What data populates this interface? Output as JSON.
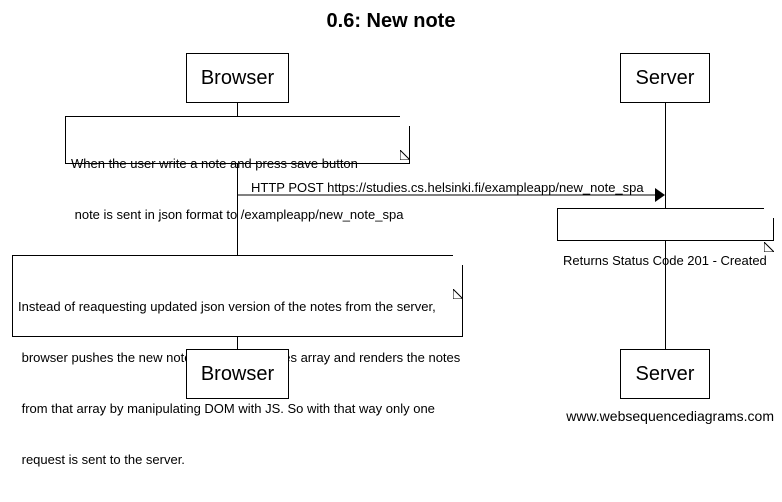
{
  "title": "0.6: New note",
  "participants": {
    "browser": "Browser",
    "server": "Server"
  },
  "notes": {
    "user_saves": {
      "lines": [
        "When the user write a note and press save button",
        " note is sent in json format to /exampleapp/new_note_spa"
      ]
    },
    "server_response": {
      "lines": [
        "Returns Status Code 201 - Created"
      ]
    },
    "spa_explanation": {
      "lines": [
        "Instead of reaquesting updated json version of the notes from the server,",
        " browser pushes the new note inside of an notes array and renders the notes",
        " from that array by manipulating DOM with JS. So with that way only one",
        " request is sent to the server."
      ]
    }
  },
  "messages": {
    "post_new_note": {
      "label": "HTTP POST https://studies.cs.helsinki.fi/exampleapp/new_note_spa",
      "from": "Browser",
      "to": "Server"
    }
  },
  "watermark": "www.websequencediagrams.com"
}
